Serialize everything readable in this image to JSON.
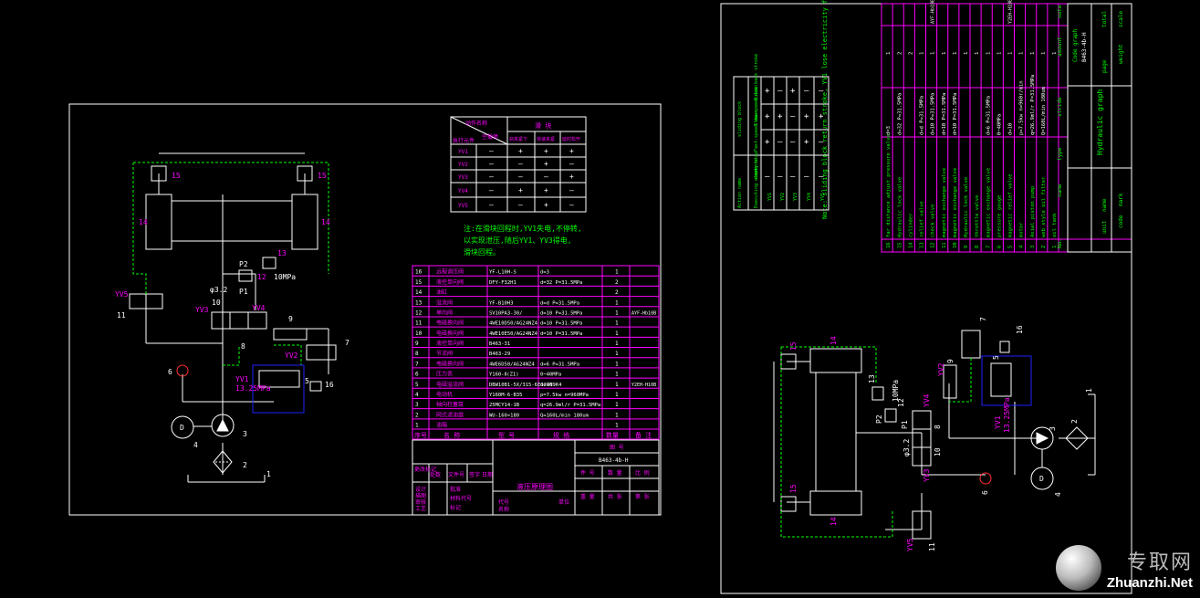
{
  "left_sheet": {
    "labels": {
      "n15a": "15",
      "n15b": "15",
      "n14a": "14",
      "n14b": "14",
      "n13": "13",
      "n12": "12",
      "p2": "P2",
      "p1": "P1",
      "mpa": "10MPa",
      "d32": "φ3.2",
      "n10": "10",
      "yv5": "YV5",
      "n11": "11",
      "yv3": "YV3",
      "yv4": "YV4",
      "n9": "9",
      "n8": "8",
      "yv2": "YV2",
      "n7": "7",
      "n6": "6",
      "yv1": "YV1",
      "mpa2": "13.25MPa",
      "n5": "5",
      "n16": "16",
      "n4": "4",
      "n3": "3",
      "n2": "2",
      "n1": "1",
      "m": "D"
    },
    "action_table": {
      "corner_top": "动作名称",
      "corner_bottom": "执行元件",
      "stop": "空载停",
      "group": "滑   块",
      "cols": [
        "刹夹紧下",
        "快速夹紧",
        "延时松开"
      ],
      "rows": [
        {
          "name": "YV1",
          "cells": [
            "—",
            "+",
            "+",
            "+"
          ]
        },
        {
          "name": "YV2",
          "cells": [
            "—",
            "—",
            "+",
            "—"
          ]
        },
        {
          "name": "YV3",
          "cells": [
            "—",
            "—",
            "—",
            "+"
          ]
        },
        {
          "name": "YV4",
          "cells": [
            "—",
            "+",
            "+",
            "—"
          ]
        },
        {
          "name": "YV5",
          "cells": [
            "—",
            "—",
            "+",
            "—"
          ]
        }
      ]
    },
    "notes": [
      "注:在滑块回程时,YV1失电,不停转,",
      "以实现泄压,随后YV1、YV3得电,",
      "滑块回程。"
    ],
    "parts": [
      {
        "no": "16",
        "name": "远程调压阀",
        "model": "YF-L10H-S",
        "spec": "d=3",
        "qty": "1",
        "note": ""
      },
      {
        "no": "15",
        "name": "液控单向阀",
        "model": "DFY-F32H1",
        "spec": "d=32  P=31.5MPa",
        "qty": "2",
        "note": ""
      },
      {
        "no": "14",
        "name": "油缸",
        "model": "",
        "spec": "",
        "qty": "2",
        "note": ""
      },
      {
        "no": "13",
        "name": "溢流阀",
        "model": "YF-B10H3",
        "spec": "d=d  P=31.5MPa",
        "qty": "1",
        "note": ""
      },
      {
        "no": "12",
        "name": "单向阀",
        "model": "SV10PA3-30/",
        "spec": "d=10  P=31.5MPa",
        "qty": "1",
        "note": "AYF-Hb10B"
      },
      {
        "no": "11",
        "name": "电磁换向阀",
        "model": "4WE10D50/AG24NZ4",
        "spec": "d=10  P=31.5MPa",
        "qty": "1",
        "note": ""
      },
      {
        "no": "10",
        "name": "电磁换向阀",
        "model": "4WE10E50/AG24NZ4",
        "spec": "d=10  P=31.5MPa",
        "qty": "1",
        "note": ""
      },
      {
        "no": "9",
        "name": "液控单向阀",
        "model": "B463-31",
        "spec": "",
        "qty": "1",
        "note": ""
      },
      {
        "no": "8",
        "name": "节流阀",
        "model": "B463-29",
        "spec": "",
        "qty": "1",
        "note": ""
      },
      {
        "no": "7",
        "name": "电磁换向阀",
        "model": "4WE6D50/AG24NZ4",
        "spec": "d=6  P=31.5MPa",
        "qty": "1",
        "note": ""
      },
      {
        "no": "6",
        "name": "压力表",
        "model": "Y160-Ⅱ(Z1)",
        "spec": "0~40MPa",
        "qty": "1",
        "note": ""
      },
      {
        "no": "5",
        "name": "电磁溢流阀",
        "model": "DBW10B1-5X/315-6EG24N9K4",
        "spec": "d=10",
        "qty": "1",
        "note": "Y2EH-H10B"
      },
      {
        "no": "4",
        "name": "电动机",
        "model": "Y160M-6-B35",
        "spec": "p=7.5kw  n=960MPa",
        "qty": "1",
        "note": ""
      },
      {
        "no": "3",
        "name": "轴向柱塞泵",
        "model": "25MCY14-1B",
        "spec": "q=26.9ml/r  P=31.5MPa",
        "qty": "1",
        "note": ""
      },
      {
        "no": "2",
        "name": "网式滤油器",
        "model": "WU-160×180",
        "spec": "Q=160L/min  180um",
        "qty": "1",
        "note": ""
      },
      {
        "no": "1",
        "name": "油箱",
        "model": "",
        "spec": "",
        "qty": "1",
        "note": ""
      }
    ],
    "parts_header": {
      "no": "序号",
      "name": "名  称",
      "model": "型  号",
      "spec": "规  格",
      "qty": "数量",
      "note": "备  注"
    },
    "title_block": {
      "drawing_no_label": "图  号",
      "drawing_no": "B463-4b-H",
      "title": "液压原理图",
      "cols": [
        "件  号",
        "数  量",
        "比  例"
      ],
      "cols2": [
        "重  量",
        "共  张",
        "第  张"
      ],
      "left_labels": [
        "更改标记",
        "处数",
        "文件号",
        "签字",
        "日期"
      ],
      "sign_labels": [
        "设计",
        "描图",
        "审核",
        "工艺",
        "批准"
      ],
      "code_labels": [
        "材料代号",
        "标记"
      ],
      "bottom": [
        "代号",
        "名称",
        "单位"
      ]
    }
  },
  "right_sheet": {
    "note": "Note: sliding block return stroke, YV1 lose electricity for 3 seconds, after release pressure, YV1, YV3 get electricity,sliding block back stroke.",
    "action_table": {
      "corner_top": "Action name",
      "corner_bottom": "Executing elements",
      "stop": "empty stop",
      "group": "sliding block",
      "cols": [
        "Fast-speed down",
        "Slow-speed down",
        "Quick back stroke"
      ],
      "rows": [
        "YV1",
        "YV2",
        "YV3",
        "YV4",
        "YV5"
      ]
    },
    "parts": [
      {
        "no": "16",
        "name": "far distance adjust pressure valve",
        "spec": "d=3",
        "qty": "1",
        "note": ""
      },
      {
        "no": "15",
        "name": "Hydraulic lock valve",
        "spec": "d=32  P=31.5MPa",
        "qty": "2",
        "note": ""
      },
      {
        "no": "14",
        "name": "cylinder",
        "spec": "",
        "qty": "2",
        "note": ""
      },
      {
        "no": "13",
        "name": "relief valve",
        "spec": "d=d  P=31.5MPa",
        "qty": "1",
        "note": ""
      },
      {
        "no": "12",
        "name": "check valve",
        "spec": "d=10  P=31.5MPa",
        "qty": "1",
        "note": "AYF-Hb10B"
      },
      {
        "no": "11",
        "name": "magnetic exchange valve",
        "spec": "d=10  P=31.5MPa",
        "qty": "1",
        "note": ""
      },
      {
        "no": "10",
        "name": "magnetic exchange valve",
        "spec": "d=10  P=31.5MPa",
        "qty": "1",
        "note": ""
      },
      {
        "no": "9",
        "name": "Hydraulic lock valve",
        "spec": "",
        "qty": "1",
        "note": ""
      },
      {
        "no": "8",
        "name": "throttle valve",
        "spec": "",
        "qty": "1",
        "note": ""
      },
      {
        "no": "7",
        "name": "magnetic exchange valve",
        "spec": "d=6  P=31.5MPa",
        "qty": "1",
        "note": ""
      },
      {
        "no": "6",
        "name": "pressure gauge",
        "spec": "0~40MPa",
        "qty": "1",
        "note": ""
      },
      {
        "no": "5",
        "name": "magnetic relief valve",
        "spec": "d=10",
        "qty": "1",
        "note": "Y2EH-H10B"
      },
      {
        "no": "4",
        "name": "motor",
        "spec": "p=7.5kw  n=960r/min",
        "qty": "1",
        "note": ""
      },
      {
        "no": "3",
        "name": "Axial piston pump",
        "spec": "q=26.9ml/r  P=31.5MPa",
        "qty": "1",
        "note": ""
      },
      {
        "no": "2",
        "name": "web style oil filter",
        "spec": "Q=160L/min  180um",
        "qty": "1",
        "note": ""
      },
      {
        "no": "1",
        "name": "oil tank",
        "spec": "",
        "qty": "1",
        "note": ""
      }
    ],
    "parts_header": {
      "no": "No.",
      "name": "name",
      "type": "type",
      "spec": "stride",
      "qty": "amount",
      "note": "note"
    },
    "title_block": {
      "code": "B463-4b-H",
      "code_label": "Code graph",
      "title": "Hydraulic graph",
      "labels": [
        "scale",
        "weight",
        "total",
        "page",
        "mark",
        "code",
        "name",
        "unit"
      ]
    },
    "labels": {
      "n15a": "15",
      "n15b": "15",
      "n14a": "14",
      "n14b": "14",
      "n13": "13",
      "n12": "12",
      "p2": "P2",
      "p1": "P1",
      "mpa": "10MPa",
      "d32": "φ3.2",
      "yv4": "YV4",
      "yv3": "YV3",
      "n8": "8",
      "n10": "10",
      "yv2": "YV2",
      "n9": "9",
      "n7": "7",
      "yv1": "YV1",
      "mpa2": "13.25MPa",
      "n5": "5",
      "n16": "16",
      "n3": "3",
      "n2": "2",
      "n1": "1",
      "n6": "6",
      "n4": "4",
      "yv5": "YV5",
      "n11": "11",
      "m": "D"
    }
  },
  "watermark": {
    "cn": "专取网",
    "en": "Zhuanzhi.Net"
  },
  "colors": {
    "background": "#000000",
    "frame": "#ffffff",
    "circuit": "#ffffff",
    "pilot_line": "#00ff00",
    "table_line": "#ff00ff",
    "label": "#ff00ff",
    "note_text": "#00ff00",
    "highlight_box": "#0000ff",
    "value_text": "#ffffff"
  }
}
